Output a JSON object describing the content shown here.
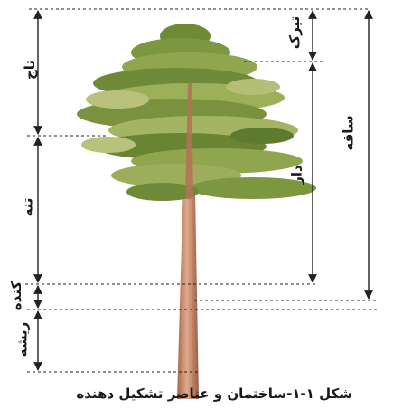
{
  "labels": {
    "taj": "تاج",
    "tanah": "تنه",
    "kondeh": "کنده",
    "risheh": "ریشه",
    "tir_bark": "تیرک",
    "dar": "دار",
    "saqeh": "ساقه"
  },
  "caption": "شکل ۱-۱-ساختمان و عناصر تشکیل دهنده",
  "colors": {
    "foliage_dark": "#5e7a2e",
    "foliage_light": "#a9b86a",
    "trunk": "#c98b6a",
    "trunk_dark": "#9a5c42",
    "line": "#222222"
  }
}
